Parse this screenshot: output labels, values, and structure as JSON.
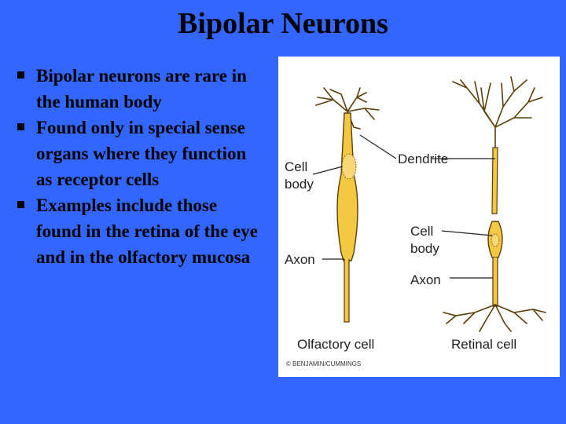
{
  "title": "Bipolar Neurons",
  "bullets": [
    "Bipolar neurons are rare in the human body",
    "Found only in special sense organs where they function as receptor cells",
    "Examples include those found in the retina of the eye and in the olfactory mucosa"
  ],
  "figure": {
    "labels": {
      "cell_body_left_line1": "Cell",
      "cell_body_left_line2": "body",
      "axon_left": "Axon",
      "dendrite": "Dendrite",
      "cell_body_right_line1": "Cell",
      "cell_body_right_line2": "body",
      "axon_right": "Axon",
      "olfactory_cell": "Olfactory cell",
      "retinal_cell": "Retinal cell"
    },
    "credit": "© BENJAMIN/CUMMINGS",
    "colors": {
      "cell_fill": "#f5c842",
      "outline": "#5a3d0a",
      "background": "#3366ff"
    }
  }
}
